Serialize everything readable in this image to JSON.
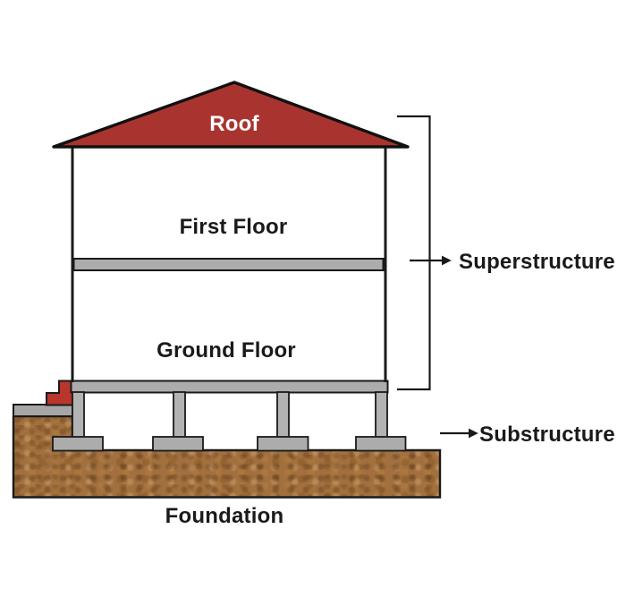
{
  "diagram": {
    "labels": {
      "roof": "Roof",
      "first_floor": "First Floor",
      "ground_floor": "Ground Floor",
      "superstructure": "Superstructure",
      "substructure": "Substructure",
      "foundation": "Foundation"
    },
    "colors": {
      "roof_red": "#A9342F",
      "steps_red": "#B8362C",
      "slab_gray": "#ACACAC",
      "column_gray": "#B3B3B3",
      "plinth_gray": "#A6A6A6",
      "soil_brown": "#A2703E",
      "outline_black": "#1A1A1A",
      "background": "#FFFFFF",
      "roof_label_color": "#FFFFFF"
    }
  }
}
